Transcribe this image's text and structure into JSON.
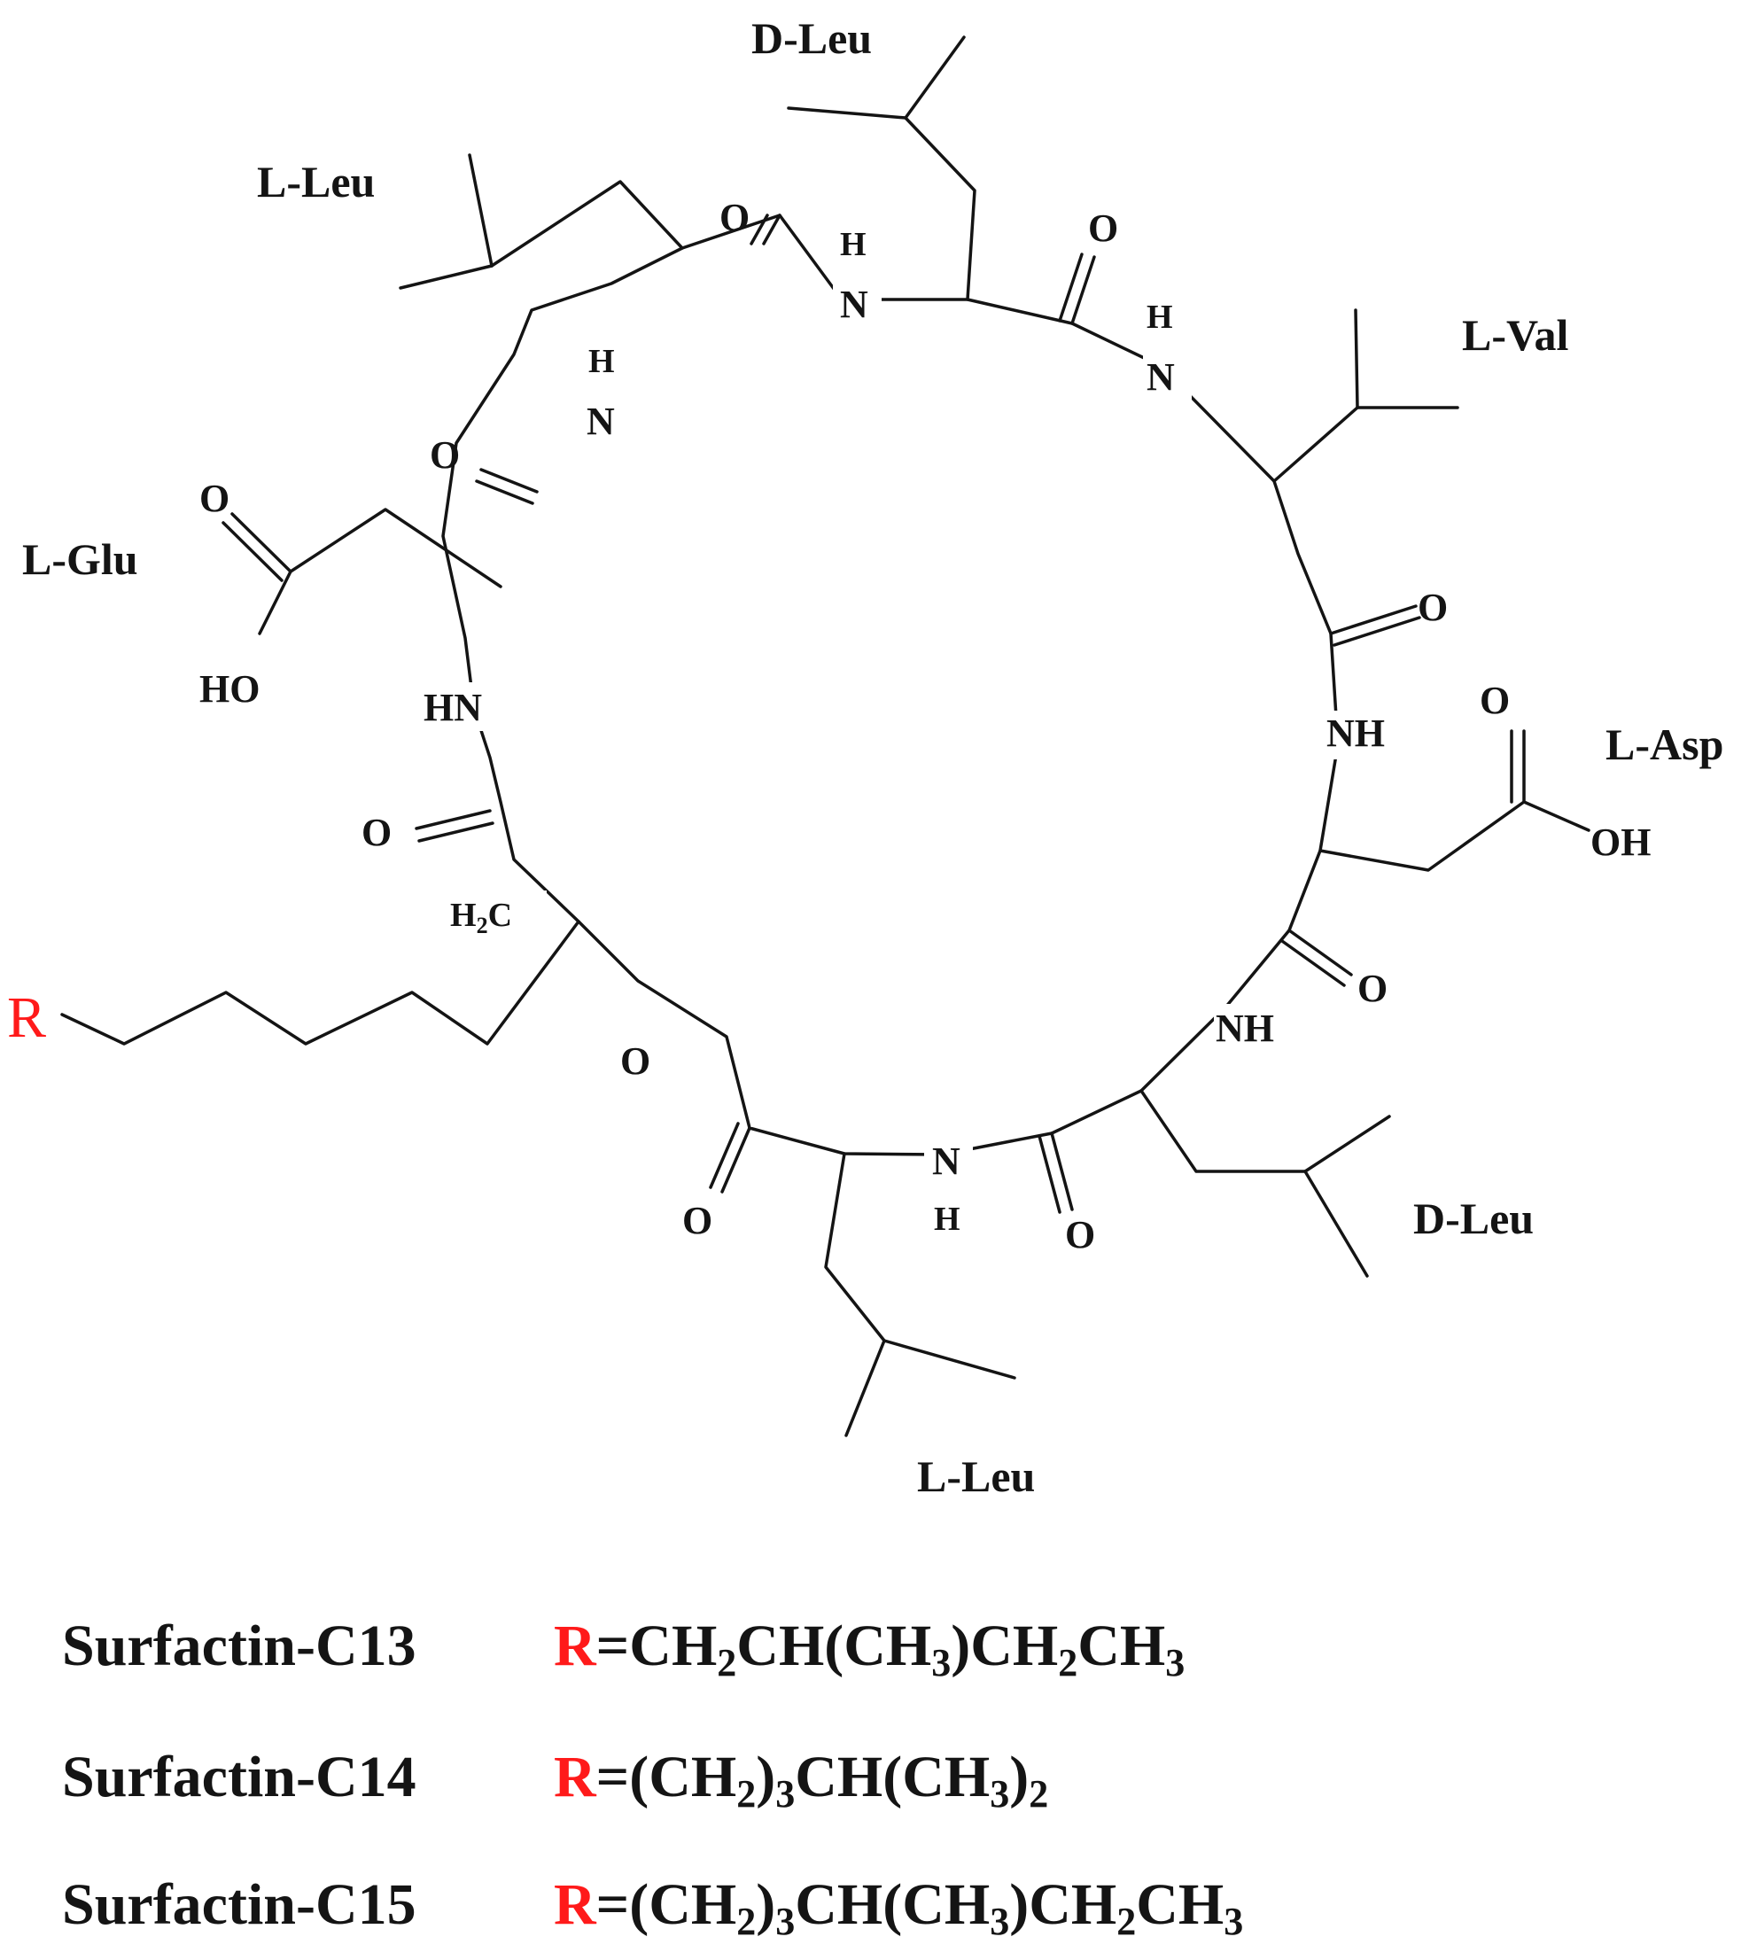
{
  "colors": {
    "ink": "#141414",
    "r_group": "#ff1a1a"
  },
  "structure": {
    "residues": {
      "d_leu_top": "D-Leu",
      "l_leu_top": "L-Leu",
      "l_val": "L-Val",
      "l_glu": "L-Glu",
      "l_asp": "L-Asp",
      "d_leu_bottom": "D-Leu",
      "l_leu_bottom": "L-Leu"
    },
    "atoms": {
      "O": "O",
      "N": "N",
      "H": "H",
      "NH": "NH",
      "HN": "HN",
      "HO": "HO",
      "OH": "OH",
      "H2C_H": "H",
      "H2C_2": "2",
      "H2C_C": "C",
      "R": "R"
    }
  },
  "formulas": [
    {
      "name": "Surfactin-C13",
      "r": "R",
      "parts": [
        {
          "t": "=CH"
        },
        {
          "s": "2"
        },
        {
          "t": "CH(CH"
        },
        {
          "s": "3"
        },
        {
          "t": ")CH"
        },
        {
          "s": "2"
        },
        {
          "t": "CH"
        },
        {
          "s": "3"
        }
      ]
    },
    {
      "name": "Surfactin-C14",
      "r": "R",
      "parts": [
        {
          "t": "=(CH"
        },
        {
          "s": "2"
        },
        {
          "t": ")"
        },
        {
          "s": "3"
        },
        {
          "t": "CH(CH"
        },
        {
          "s": "3"
        },
        {
          "t": ")"
        },
        {
          "s": "2"
        }
      ]
    },
    {
      "name": "Surfactin-C15",
      "r": "R",
      "parts": [
        {
          "t": "=(CH"
        },
        {
          "s": "2"
        },
        {
          "t": ")"
        },
        {
          "s": "3"
        },
        {
          "t": "CH(CH"
        },
        {
          "s": "3"
        },
        {
          "t": ")CH"
        },
        {
          "s": "2"
        },
        {
          "t": "CH"
        },
        {
          "s": "3"
        }
      ]
    }
  ]
}
